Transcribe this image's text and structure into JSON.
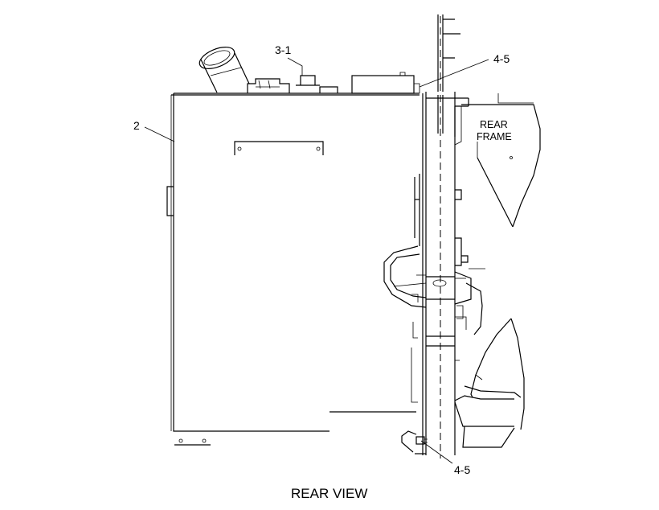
{
  "view_title": "REAR VIEW",
  "callouts": {
    "tank": "2",
    "top_part": "3-1",
    "bolt_top": "4-5",
    "bolt_bottom": "4-5"
  },
  "frame_label": {
    "line1": "REAR",
    "line2": "FRAME"
  }
}
